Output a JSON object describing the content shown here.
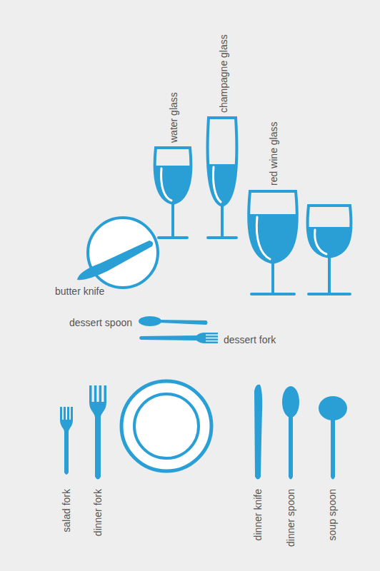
{
  "diagram": {
    "labels": [
      "water glass",
      "champagne glass",
      "red wine glass",
      "butter knife",
      "dessert spoon",
      "dessert fork",
      "salad fork",
      "dinner fork",
      "dinner knife",
      "dinner spoon",
      "soup spoon"
    ]
  }
}
